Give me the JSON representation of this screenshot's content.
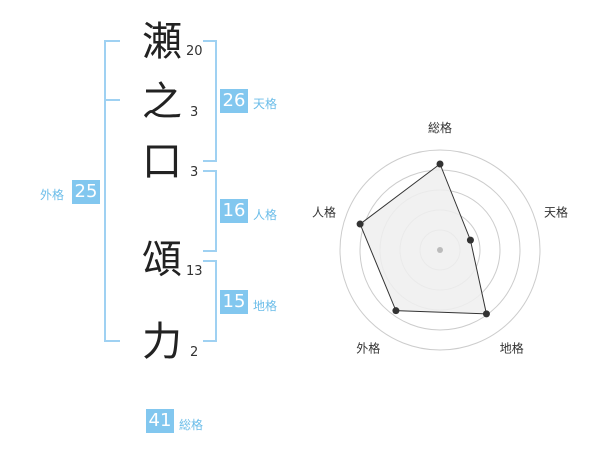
{
  "name": {
    "chars": [
      {
        "char": "瀬",
        "strokes": "20"
      },
      {
        "char": "之",
        "strokes": "3"
      },
      {
        "char": "口",
        "strokes": "3"
      },
      {
        "char": "頌",
        "strokes": "13"
      },
      {
        "char": "力",
        "strokes": "2"
      }
    ]
  },
  "scores": {
    "tenkaku": {
      "value": "26",
      "label": "天格"
    },
    "jinkaku": {
      "value": "16",
      "label": "人格"
    },
    "chikaku": {
      "value": "15",
      "label": "地格"
    },
    "gaikaku": {
      "value": "25",
      "label": "外格"
    },
    "soukaku": {
      "value": "41",
      "label": "総格"
    }
  },
  "chart_data": {
    "type": "radar",
    "axes": [
      "総格",
      "天格",
      "地格",
      "外格",
      "人格"
    ],
    "values": [
      0.86,
      0.32,
      0.79,
      0.75,
      0.84
    ],
    "rings": 5,
    "colors": {
      "fill": "#efefef",
      "line": "#333333",
      "ring": "#cccccc",
      "point": "#333333",
      "center": "#bbbbbb"
    }
  }
}
